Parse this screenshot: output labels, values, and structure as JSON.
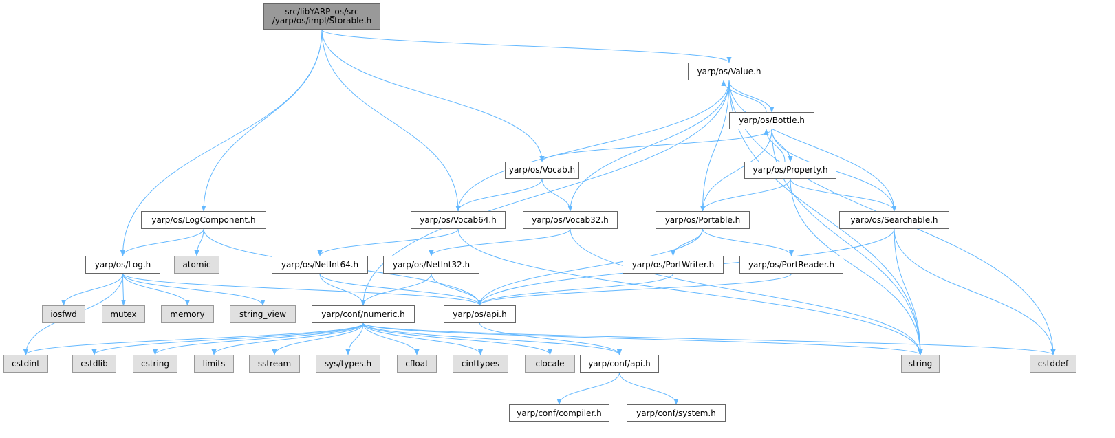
{
  "graph": {
    "edge_color": "#63b8ff",
    "nodes": {
      "storable": {
        "label": "src/libYARP_os/src\n/yarp/os/impl/Storable.h",
        "kind": "root"
      },
      "value": {
        "label": "yarp/os/Value.h",
        "kind": "header"
      },
      "bottle": {
        "label": "yarp/os/Bottle.h",
        "kind": "header"
      },
      "property": {
        "label": "yarp/os/Property.h",
        "kind": "header"
      },
      "vocab": {
        "label": "yarp/os/Vocab.h",
        "kind": "header"
      },
      "logcomponent": {
        "label": "yarp/os/LogComponent.h",
        "kind": "header"
      },
      "vocab64": {
        "label": "yarp/os/Vocab64.h",
        "kind": "header"
      },
      "vocab32": {
        "label": "yarp/os/Vocab32.h",
        "kind": "header"
      },
      "portable": {
        "label": "yarp/os/Portable.h",
        "kind": "header"
      },
      "searchable": {
        "label": "yarp/os/Searchable.h",
        "kind": "header"
      },
      "log": {
        "label": "yarp/os/Log.h",
        "kind": "header"
      },
      "atomic": {
        "label": "atomic",
        "kind": "system"
      },
      "netint64": {
        "label": "yarp/os/NetInt64.h",
        "kind": "header"
      },
      "netint32": {
        "label": "yarp/os/NetInt32.h",
        "kind": "header"
      },
      "portwriter": {
        "label": "yarp/os/PortWriter.h",
        "kind": "header"
      },
      "portreader": {
        "label": "yarp/os/PortReader.h",
        "kind": "header"
      },
      "iosfwd": {
        "label": "iosfwd",
        "kind": "system"
      },
      "mutex": {
        "label": "mutex",
        "kind": "system"
      },
      "memory": {
        "label": "memory",
        "kind": "system"
      },
      "string_view": {
        "label": "string_view",
        "kind": "system"
      },
      "numeric": {
        "label": "yarp/conf/numeric.h",
        "kind": "header"
      },
      "osapi": {
        "label": "yarp/os/api.h",
        "kind": "header"
      },
      "cstdint": {
        "label": "cstdint",
        "kind": "system"
      },
      "cstdlib": {
        "label": "cstdlib",
        "kind": "system"
      },
      "cstring": {
        "label": "cstring",
        "kind": "system"
      },
      "limits": {
        "label": "limits",
        "kind": "system"
      },
      "sstream": {
        "label": "sstream",
        "kind": "system"
      },
      "systypes": {
        "label": "sys/types.h",
        "kind": "system"
      },
      "cfloat": {
        "label": "cfloat",
        "kind": "system"
      },
      "cinttypes": {
        "label": "cinttypes",
        "kind": "system"
      },
      "clocale": {
        "label": "clocale",
        "kind": "system"
      },
      "confapi": {
        "label": "yarp/conf/api.h",
        "kind": "header"
      },
      "string": {
        "label": "string",
        "kind": "system"
      },
      "cstddef": {
        "label": "cstddef",
        "kind": "system"
      },
      "compiler": {
        "label": "yarp/conf/compiler.h",
        "kind": "header"
      },
      "system": {
        "label": "yarp/conf/system.h",
        "kind": "header"
      }
    },
    "edges": [
      [
        "storable",
        "log"
      ],
      [
        "storable",
        "logcomponent"
      ],
      [
        "storable",
        "vocab64"
      ],
      [
        "storable",
        "vocab"
      ],
      [
        "storable",
        "value"
      ],
      [
        "value",
        "numeric"
      ],
      [
        "value",
        "vocab64"
      ],
      [
        "value",
        "vocab32"
      ],
      [
        "value",
        "bottle"
      ],
      [
        "value",
        "portable"
      ],
      [
        "value",
        "searchable"
      ],
      [
        "value",
        "string"
      ],
      [
        "value",
        "cstddef"
      ],
      [
        "bottle",
        "value"
      ],
      [
        "bottle",
        "vocab"
      ],
      [
        "bottle",
        "property"
      ],
      [
        "bottle",
        "portable"
      ],
      [
        "bottle",
        "searchable"
      ],
      [
        "bottle",
        "string"
      ],
      [
        "property",
        "bottle"
      ],
      [
        "property",
        "portable"
      ],
      [
        "property",
        "searchable"
      ],
      [
        "property",
        "string"
      ],
      [
        "vocab",
        "vocab64"
      ],
      [
        "vocab",
        "vocab32"
      ],
      [
        "logcomponent",
        "log"
      ],
      [
        "logcomponent",
        "atomic"
      ],
      [
        "logcomponent",
        "osapi"
      ],
      [
        "vocab64",
        "netint64"
      ],
      [
        "vocab64",
        "string"
      ],
      [
        "vocab32",
        "netint32"
      ],
      [
        "vocab32",
        "string"
      ],
      [
        "portable",
        "osapi"
      ],
      [
        "portable",
        "portwriter"
      ],
      [
        "portable",
        "portreader"
      ],
      [
        "searchable",
        "osapi"
      ],
      [
        "searchable",
        "string"
      ],
      [
        "searchable",
        "cstddef"
      ],
      [
        "log",
        "cstdint"
      ],
      [
        "log",
        "iosfwd"
      ],
      [
        "log",
        "mutex"
      ],
      [
        "log",
        "memory"
      ],
      [
        "log",
        "string_view"
      ],
      [
        "log",
        "osapi"
      ],
      [
        "netint64",
        "numeric"
      ],
      [
        "netint64",
        "osapi"
      ],
      [
        "netint32",
        "numeric"
      ],
      [
        "netint32",
        "osapi"
      ],
      [
        "portwriter",
        "osapi"
      ],
      [
        "portreader",
        "osapi"
      ],
      [
        "numeric",
        "cstdint"
      ],
      [
        "numeric",
        "cstdlib"
      ],
      [
        "numeric",
        "cstring"
      ],
      [
        "numeric",
        "limits"
      ],
      [
        "numeric",
        "sstream"
      ],
      [
        "numeric",
        "systypes"
      ],
      [
        "numeric",
        "cfloat"
      ],
      [
        "numeric",
        "cinttypes"
      ],
      [
        "numeric",
        "clocale"
      ],
      [
        "numeric",
        "confapi"
      ],
      [
        "numeric",
        "string"
      ],
      [
        "numeric",
        "cstddef"
      ],
      [
        "osapi",
        "confapi"
      ],
      [
        "confapi",
        "compiler"
      ],
      [
        "confapi",
        "system"
      ]
    ]
  }
}
